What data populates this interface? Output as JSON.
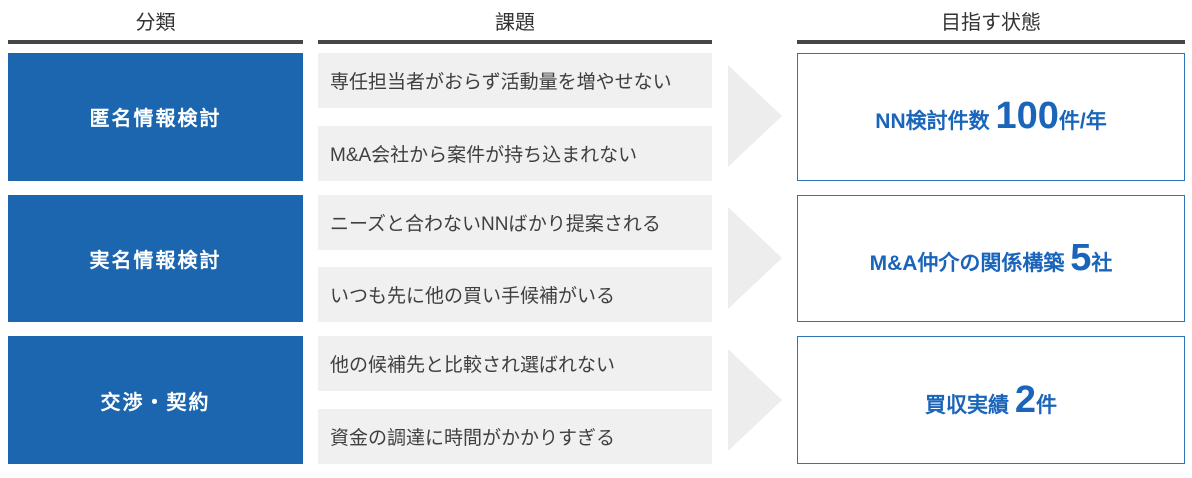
{
  "columns": {
    "classification": {
      "title": "分類"
    },
    "issues": {
      "title": "課題"
    },
    "targets": {
      "title": "目指す状態"
    }
  },
  "rows": [
    {
      "category": "匿名情報検討",
      "issues": [
        "専任担当者がおらず活動量を増やせない",
        "M&A会社から案件が持ち込まれない"
      ],
      "target": {
        "label": "NN検討件数 ",
        "value": "100",
        "unit": "件/年"
      }
    },
    {
      "category": "実名情報検討",
      "issues": [
        "ニーズと合わないNNばかり提案される",
        "いつも先に他の買い手候補がいる"
      ],
      "target": {
        "label": "M&A仲介の関係構築 ",
        "value": "5",
        "unit": "社"
      }
    },
    {
      "category": "交渉・契約",
      "issues": [
        "他の候補先と比較され選ばれない",
        "資金の調達に時間がかかりすぎる"
      ],
      "target": {
        "label": "買収実績 ",
        "value": "2",
        "unit": "件"
      }
    }
  ],
  "colors": {
    "category_bg": "#1B66AE",
    "category_text": "#FFFFFF",
    "issue_bg": "#F0F0F0",
    "issue_text": "#3F3F3F",
    "target_border": "#2E75B6",
    "target_text": "#1A65BA",
    "arrow": "#EDEDED",
    "header_underline": "#464646",
    "header_text": "#333333"
  }
}
